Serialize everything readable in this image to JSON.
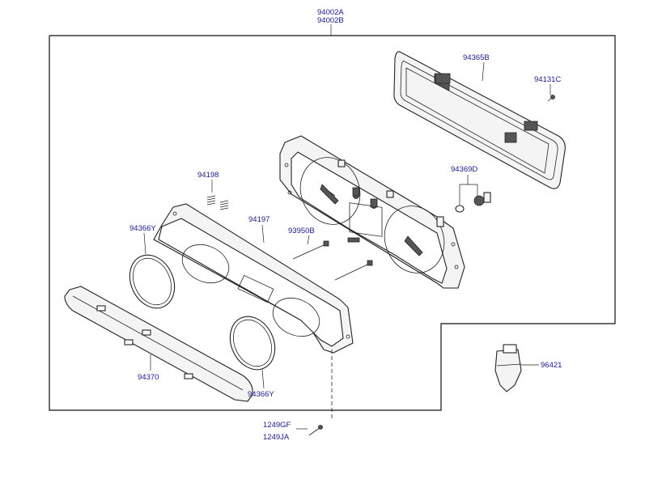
{
  "assembly_labels": [
    "94002A",
    "94002B"
  ],
  "parts": {
    "p94365B": "94365B",
    "p94131C": "94131C",
    "p94198": "94198",
    "p94197": "94197",
    "p94369D": "94369D",
    "p94366Y_top": "94366Y",
    "p93950B": "93950B",
    "p94370": "94370",
    "p94366Y_bottom": "94366Y",
    "p96421": "96421",
    "p1249GF": "1249GF",
    "p1249JA": "1249JA"
  },
  "colors": {
    "label": "#1a1a8c",
    "line": "#222222"
  }
}
